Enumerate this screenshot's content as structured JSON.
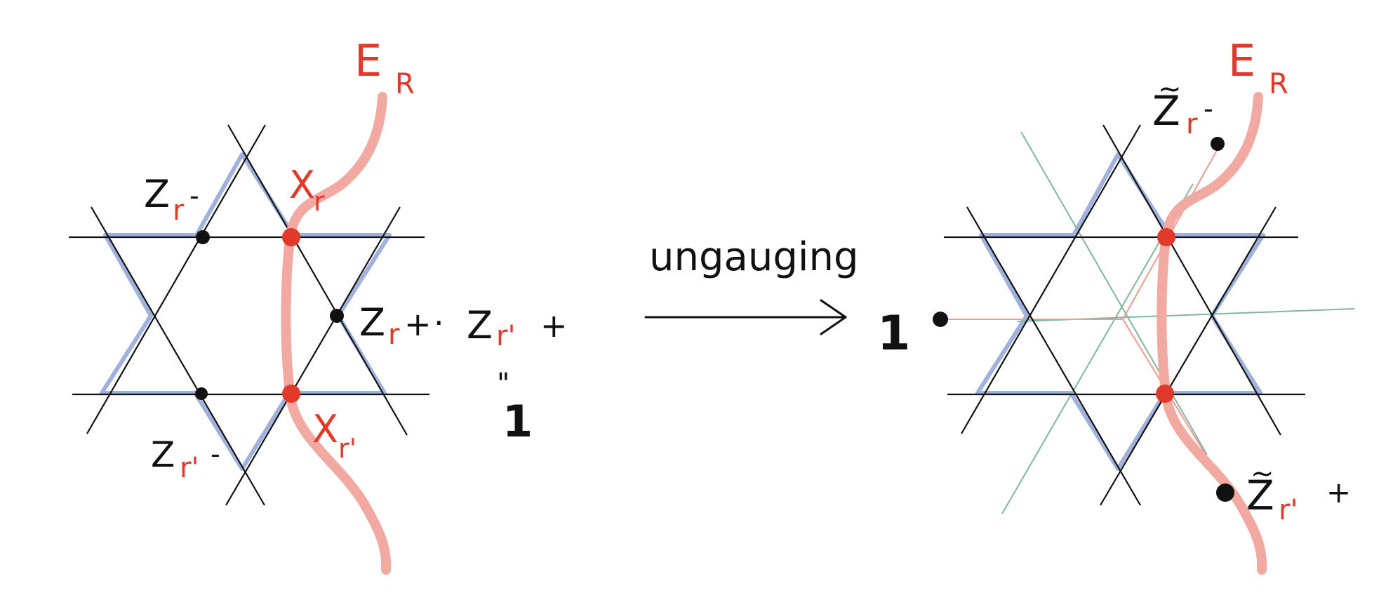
{
  "colors": {
    "black": "#111111",
    "red": "#e23a2a",
    "string_pink": "#f2a9a1",
    "hexagram_blue": "#8fa3d6",
    "green": "#7fb89c"
  },
  "left_panel": {
    "string_label": {
      "main": "E",
      "sub": "R"
    },
    "x_r_label": {
      "main": "X",
      "sub": "r"
    },
    "x_rp_label": {
      "main": "X",
      "sub": "r'"
    },
    "z_r_minus_label": {
      "main": "Z",
      "sub": "r",
      "sup": "-"
    },
    "z_rp_minus_label": {
      "main": "Z",
      "sub": "r'",
      "sup": "-"
    },
    "product_label": {
      "z1": "Z",
      "s1": "r",
      "p1": "+",
      "dot": "·",
      "z2": "Z",
      "s2": "r'",
      "p2": "+"
    },
    "equals_sign": "\"",
    "identity_symbol": "1"
  },
  "arrow": {
    "label": "ungauging"
  },
  "right_panel": {
    "identity_symbol": "1",
    "string_label": {
      "main": "E",
      "sub": "R"
    },
    "ztilde_r_minus_label": {
      "tilde": "~",
      "main": "Z",
      "sub": "r",
      "sup": "-"
    },
    "ztilde_rp_plus_label": {
      "tilde": "~",
      "main": "Z",
      "sub": "r'",
      "sup": "+"
    }
  }
}
